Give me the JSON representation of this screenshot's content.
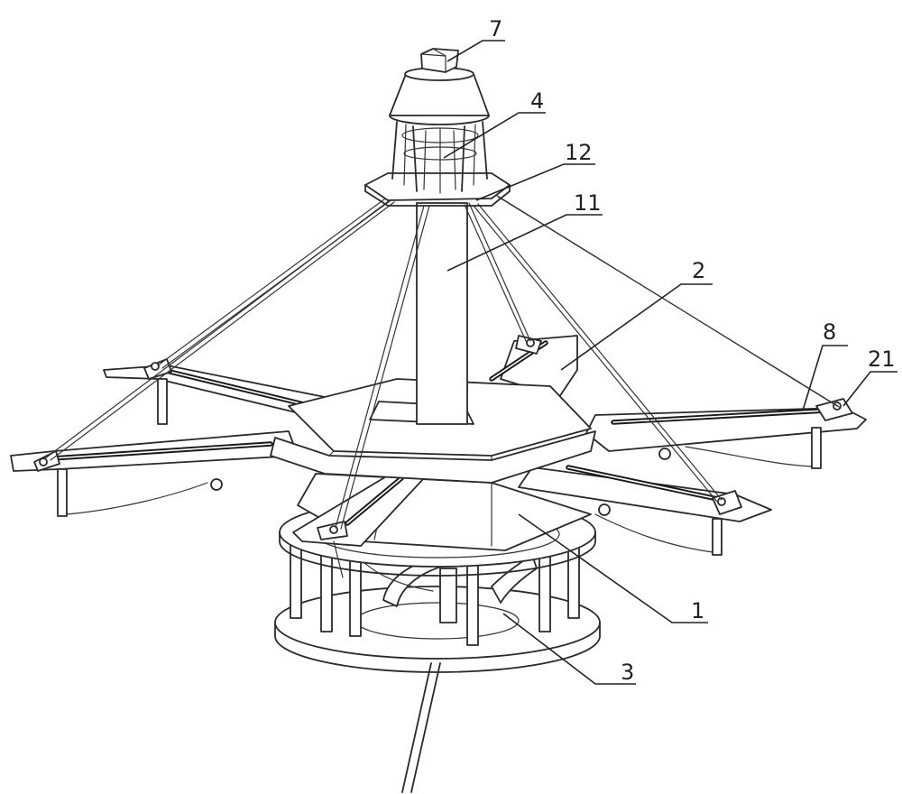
{
  "callouts": [
    {
      "id": "7",
      "text": "7"
    },
    {
      "id": "4",
      "text": "4"
    },
    {
      "id": "12",
      "text": "12"
    },
    {
      "id": "11",
      "text": "11"
    },
    {
      "id": "2",
      "text": "2"
    },
    {
      "id": "8",
      "text": "8"
    },
    {
      "id": "21",
      "text": "21"
    },
    {
      "id": "1",
      "text": "1"
    },
    {
      "id": "3",
      "text": "3"
    }
  ],
  "colors": {
    "line": "#2a2a2a",
    "background": "#ffffff"
  }
}
